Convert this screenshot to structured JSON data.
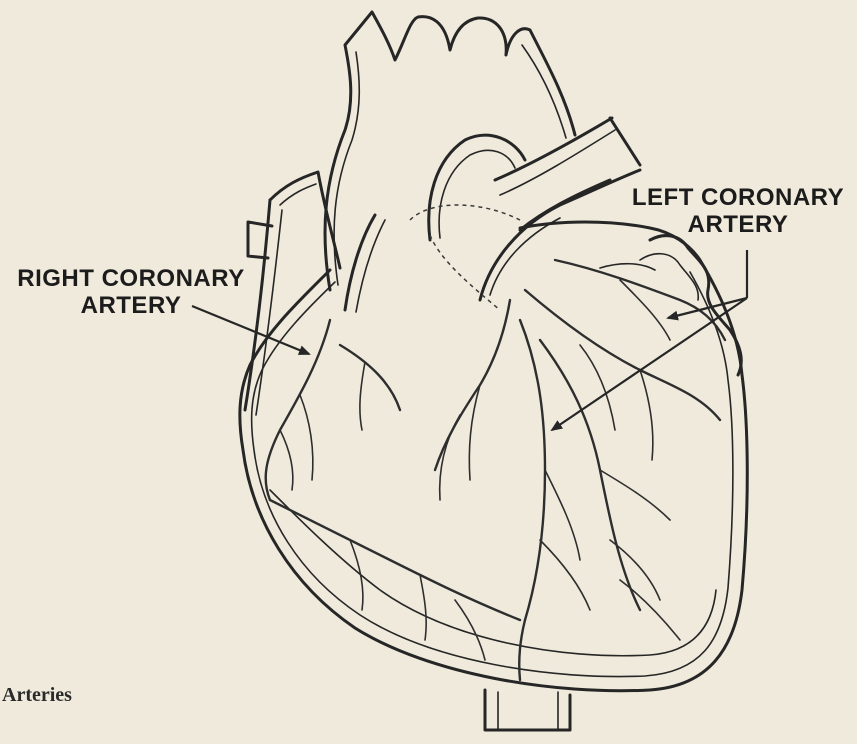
{
  "labels": {
    "right_coronary_line1": "RIGHT CORONARY",
    "right_coronary_line2": "ARTERY",
    "left_coronary_line1": "LEFT CORONARY",
    "left_coronary_line2": "ARTERY"
  },
  "caption": "Arteries",
  "colors": {
    "paper": "#efeadc",
    "ink": "#262626"
  }
}
